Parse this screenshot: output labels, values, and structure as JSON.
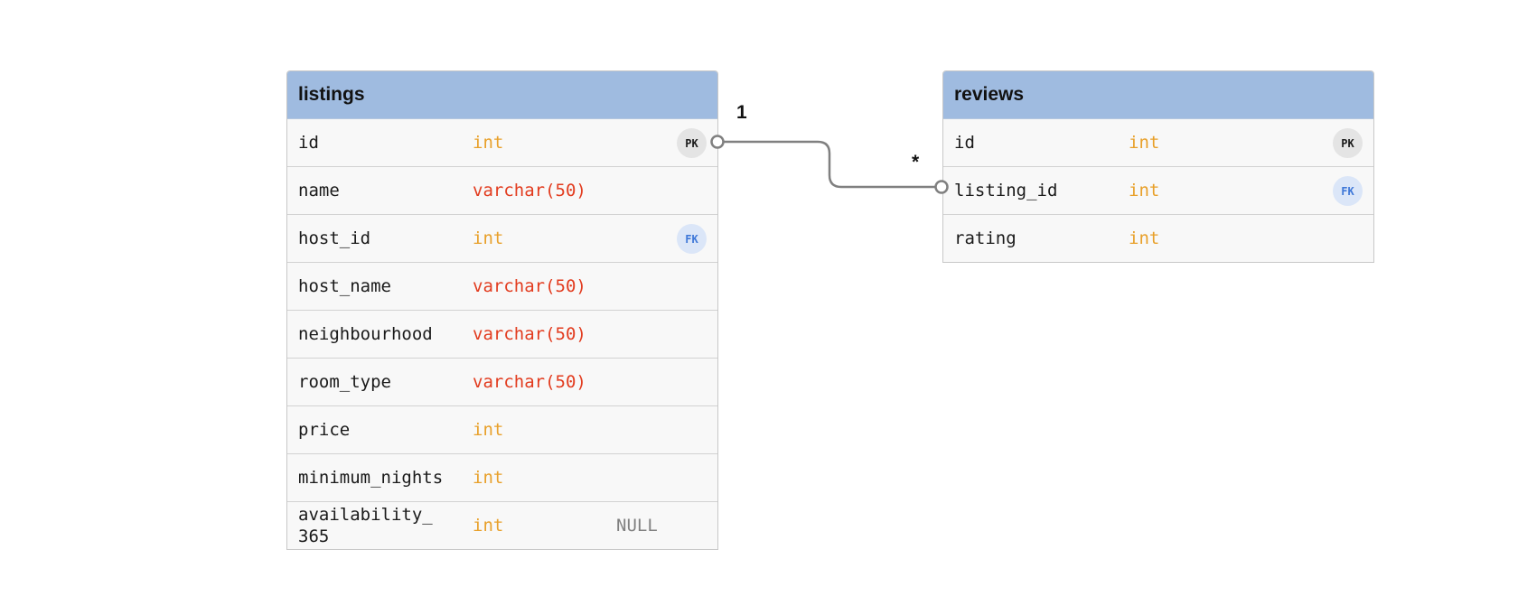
{
  "tables": {
    "listings": {
      "name": "listings",
      "columns": [
        {
          "name": "id",
          "type": "int",
          "key": "PK"
        },
        {
          "name": "name",
          "type": "varchar(50)"
        },
        {
          "name": "host_id",
          "type": "int",
          "key": "FK"
        },
        {
          "name": "host_name",
          "type": "varchar(50)"
        },
        {
          "name": "neighbourhood",
          "type": "varchar(50)"
        },
        {
          "name": "room_type",
          "type": "varchar(50)"
        },
        {
          "name": "price",
          "type": "int"
        },
        {
          "name": "minimum_nights",
          "type": "int"
        },
        {
          "name": "availability_\n365",
          "type": "int",
          "nullable": "NULL"
        }
      ]
    },
    "reviews": {
      "name": "reviews",
      "columns": [
        {
          "name": "id",
          "type": "int",
          "key": "PK"
        },
        {
          "name": "listing_id",
          "type": "int",
          "key": "FK"
        },
        {
          "name": "rating",
          "type": "int"
        }
      ]
    }
  },
  "relationship": {
    "from_cardinality": "1",
    "to_cardinality": "*"
  },
  "colors": {
    "header": "#9fbbe0",
    "int_type": "#e8a02a",
    "varchar_type": "#e23b1e",
    "pk_badge": "#e4e4e4",
    "fk_badge": "#dbe6f8",
    "fk_text": "#3f78d8",
    "connector": "#808080"
  }
}
